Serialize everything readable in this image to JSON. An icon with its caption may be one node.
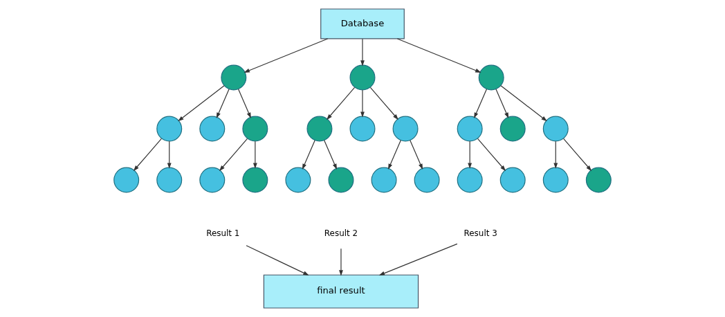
{
  "diagram": {
    "nodes": [
      {
        "text": [
          "Database"
        ]
      },
      {
        "text": [],
        "shape": "circle"
      },
      {
        "text": [],
        "shape": "circle"
      },
      {
        "text": [],
        "shape": "circle"
      },
      {
        "text": [],
        "shape": "circle"
      },
      {
        "text": [],
        "shape": "circle"
      },
      {
        "text": [],
        "shape": "circle"
      },
      {
        "text": [],
        "shape": "circle"
      },
      {
        "text": [],
        "shape": "circle"
      },
      {
        "text": [],
        "shape": "circle"
      },
      {
        "text": [],
        "shape": "circle"
      },
      {
        "text": [],
        "shape": "circle"
      },
      {
        "text": [],
        "shape": "circle"
      },
      {
        "text": [],
        "shape": "circle"
      },
      {
        "text": [],
        "shape": "circle"
      },
      {
        "text": [],
        "shape": "circle"
      },
      {
        "text": [],
        "shape": "circle"
      },
      {
        "text": [],
        "shape": "circle"
      },
      {
        "text": [],
        "shape": "circle"
      },
      {
        "text": [],
        "shape": "circle"
      },
      {
        "text": [],
        "shape": "circle"
      },
      {
        "text": [],
        "shape": "circle"
      },
      {
        "text": [],
        "shape": "circle"
      },
      {
        "text": [],
        "shape": "circle"
      },
      {
        "text": [],
        "shape": "circle"
      },
      {
        "text": [
          "Result 1"
        ]
      },
      {
        "text": [
          "Result 2"
        ]
      },
      {
        "text": [
          "Result 3"
        ]
      },
      {
        "text": [
          "final result"
        ]
      }
    ],
    "edges": [
      {
        "from": 0,
        "to": 1,
        "arrow": "to"
      },
      {
        "from": 0,
        "to": 2,
        "arrow": "to"
      },
      {
        "from": 0,
        "to": 3,
        "arrow": "to"
      },
      {
        "from": 1,
        "to": 4,
        "arrow": "to"
      },
      {
        "from": 1,
        "to": 5,
        "arrow": "to"
      },
      {
        "from": 1,
        "to": 6,
        "arrow": "to"
      },
      {
        "from": 2,
        "to": 7,
        "arrow": "to"
      },
      {
        "from": 2,
        "to": 8,
        "arrow": "to"
      },
      {
        "from": 2,
        "to": 9,
        "arrow": "to"
      },
      {
        "from": 3,
        "to": 10,
        "arrow": "to"
      },
      {
        "from": 3,
        "to": 11,
        "arrow": "to"
      },
      {
        "from": 3,
        "to": 12,
        "arrow": "to"
      },
      {
        "from": 4,
        "to": 13,
        "arrow": "to"
      },
      {
        "from": 4,
        "to": 14,
        "arrow": "to"
      },
      {
        "from": 6,
        "to": 15,
        "arrow": "to"
      },
      {
        "from": 6,
        "to": 16,
        "arrow": "to"
      },
      {
        "from": 7,
        "to": 17,
        "arrow": "to"
      },
      {
        "from": 7,
        "to": 18,
        "arrow": "to"
      },
      {
        "from": 9,
        "to": 19,
        "arrow": "to"
      },
      {
        "from": 9,
        "to": 20,
        "arrow": "to"
      },
      {
        "from": 10,
        "to": 21,
        "arrow": "to"
      },
      {
        "from": 10,
        "to": 22,
        "arrow": "to"
      },
      {
        "from": 12,
        "to": 23,
        "arrow": "to"
      },
      {
        "from": 12,
        "to": 24,
        "arrow": "to"
      },
      {
        "from": 25,
        "to": 28,
        "arrow": "to"
      },
      {
        "from": 26,
        "to": 28,
        "arrow": "to"
      },
      {
        "from": 27,
        "to": 28,
        "arrow": "to"
      }
    ]
  }
}
